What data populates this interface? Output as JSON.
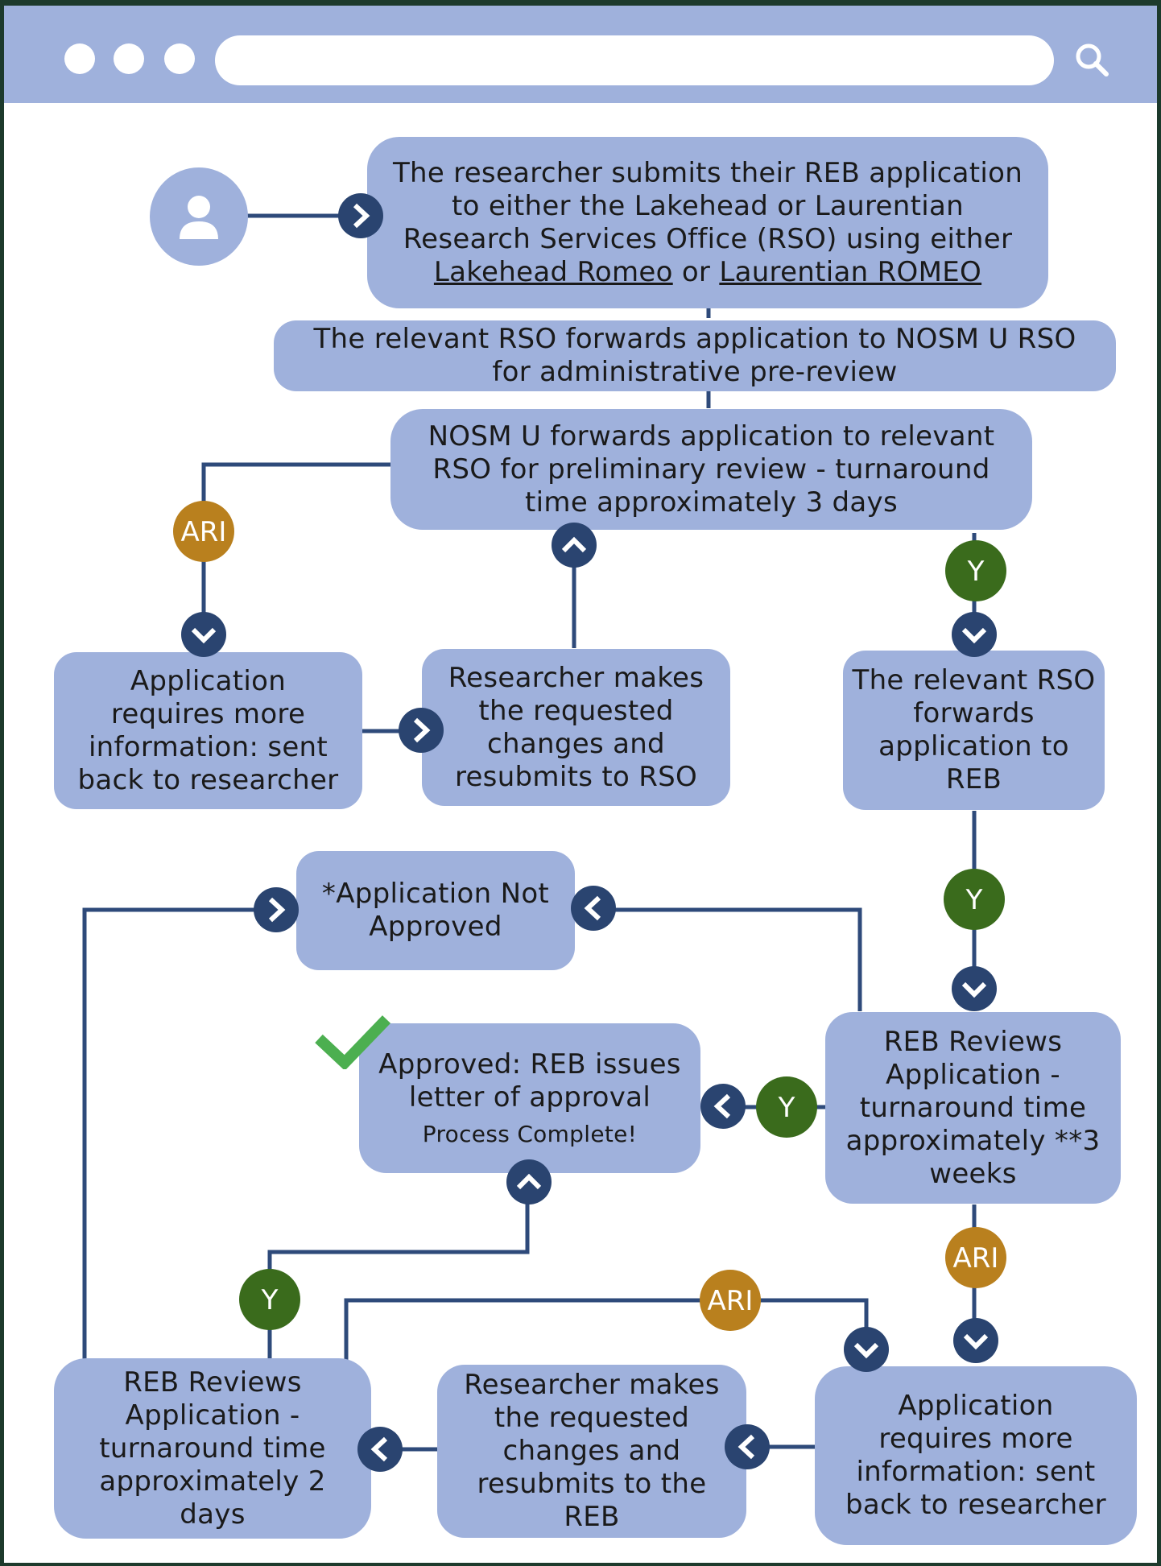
{
  "window": {
    "controls": [
      "window-dot",
      "window-dot",
      "window-dot"
    ],
    "search_icon": "magnifier-icon",
    "url": ""
  },
  "nodes": {
    "submit": {
      "line1": "The researcher submits their REB application",
      "line2": "to either the Lakehead or Laurentian",
      "line3": "Research Services Office (RSO) using either",
      "link1": "Lakehead Romeo",
      "or": "or",
      "link2": "Laurentian ROMEO"
    },
    "forward_nosm": {
      "line1": "The relevant RSO forwards application to NOSM U RSO",
      "line2": "for administrative pre-review"
    },
    "nosm_forward": {
      "line1": "NOSM U forwards application to relevant",
      "line2": "RSO for preliminary review - turnaround",
      "line3": "time approximately 3 days"
    },
    "more_info_1": {
      "line1": "Application",
      "line2": "requires more",
      "line3": "information: sent",
      "line4": "back to researcher"
    },
    "researcher_changes_1": {
      "line1": "Researcher makes",
      "line2": "the requested",
      "line3": "changes and",
      "line4": "resubmits to RSO"
    },
    "rso_to_reb": {
      "line1": "The relevant RSO",
      "line2": "forwards",
      "line3": "application to",
      "line4": "REB"
    },
    "not_approved": {
      "line1": "*Application Not",
      "line2": "Approved"
    },
    "approved": {
      "line1": "Approved: REB issues",
      "line2": "letter of approval",
      "line3": "Process Complete!"
    },
    "reb_review_3wk": {
      "line1": "REB Reviews",
      "line2": "Application -",
      "line3": "turnaround time",
      "line4": "approximately **3",
      "line5": "weeks"
    },
    "reb_review_2d": {
      "line1": "REB Reviews",
      "line2": "Application -",
      "line3": "turnaround time",
      "line4": "approximately 2",
      "line5": "days"
    },
    "researcher_changes_2": {
      "line1": "Researcher makes",
      "line2": "the requested",
      "line3": "changes and",
      "line4": "resubmits to the",
      "line5": "REB"
    },
    "more_info_2": {
      "line1": "Application",
      "line2": "requires more",
      "line3": "information: sent",
      "line4": "back to researcher"
    }
  },
  "badges": {
    "ari": "ARI",
    "yes": "Y"
  },
  "colors": {
    "frame": "#1d3a2c",
    "box": "#9fb1dc",
    "connector": "#2e4a7a",
    "arrow_circle": "#2a4470",
    "ari_badge": "#b9801e",
    "yes_badge": "#3a6b1c",
    "check": "#4caf50",
    "person_circle": "#9fb1dc"
  }
}
